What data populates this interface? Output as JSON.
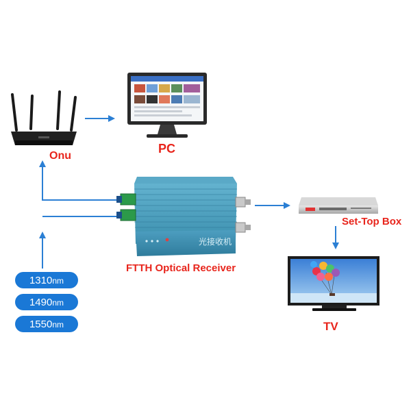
{
  "labels": {
    "onu": "Onu",
    "pc": "PC",
    "receiver": "FTTH Optical Receiver",
    "stb": "Set-Top Box",
    "tv": "TV",
    "device_print": "光接收机"
  },
  "wavelengths": [
    {
      "value": "1310",
      "unit": "nm"
    },
    {
      "value": "1490",
      "unit": "nm"
    },
    {
      "value": "1550",
      "unit": "nm"
    }
  ],
  "colors": {
    "arrow": "#2b7fd4",
    "label": "#e8251c",
    "pill": "#1a78d6",
    "device": "#3f95b4"
  }
}
